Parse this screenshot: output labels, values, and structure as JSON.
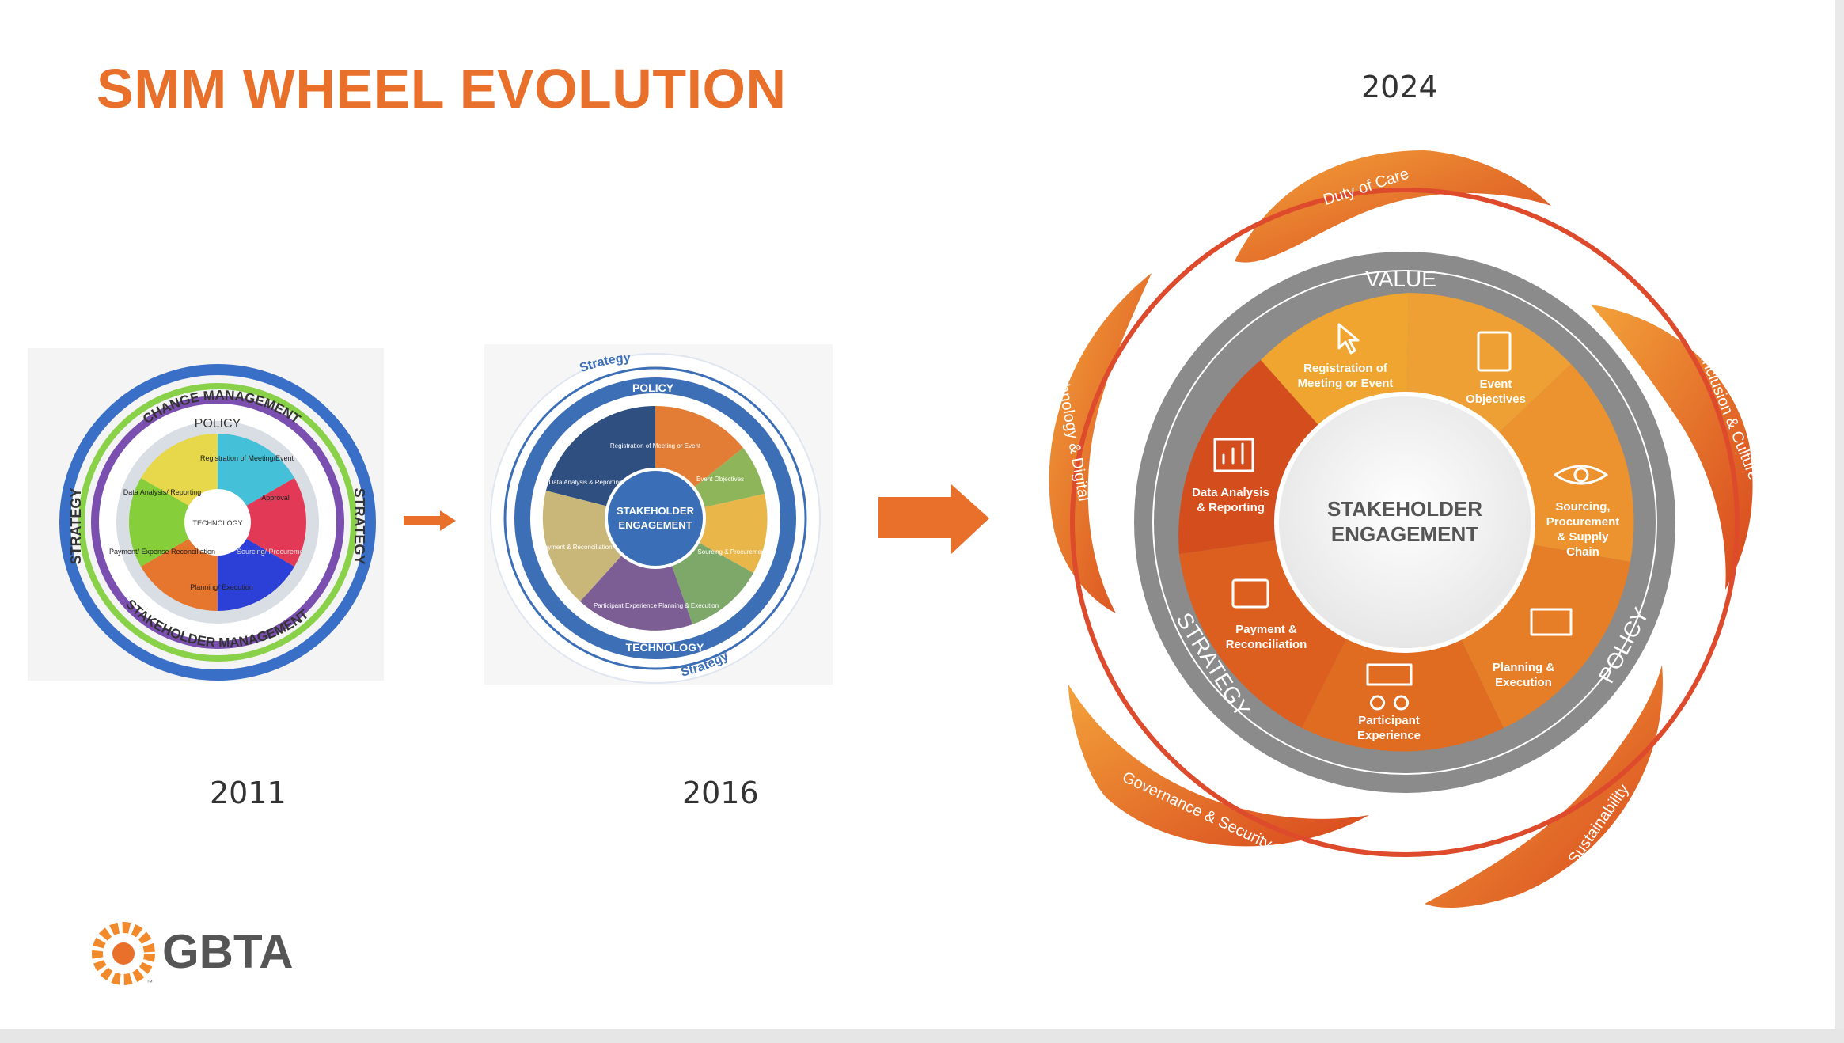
{
  "title": "SMM WHEEL EVOLUTION",
  "years": {
    "y2011": "2011",
    "y2016": "2016",
    "y2024": "2024"
  },
  "colors": {
    "brand_orange": "#e8702a",
    "gray_ring": "#8a8a8a",
    "blue_ring": "#3b6fb6"
  },
  "wheel2011": {
    "ring_top": "CHANGE MANAGEMENT",
    "ring_bottom": "STAKEHOLDER MANAGEMENT",
    "left": "STRATEGY",
    "right": "STRATEGY",
    "policy": "POLICY",
    "center": "TECHNOLOGY",
    "segments": [
      "Registration of Meeting/Event",
      "Approval",
      "Sourcing/ Procurement",
      "Planning/ Execution",
      "Payment/ Expense Reconciliation",
      "Data Analysis/ Reporting"
    ]
  },
  "wheel2016": {
    "strategy_top": "Strategy",
    "strategy_bottom": "Strategy",
    "policy": "POLICY",
    "technology": "TECHNOLOGY",
    "center_line1": "STAKEHOLDER",
    "center_line2": "ENGAGEMENT",
    "segments": [
      "Registration of Meeting or Event",
      "Event Objectives",
      "Sourcing & Procurement",
      "Planning & Execution",
      "Participant Experience",
      "Payment & Reconciliation",
      "Data Analysis & Reporting"
    ]
  },
  "wheel2024": {
    "value": "VALUE",
    "policy": "POLICY",
    "strategy": "STRATEGY",
    "center_line1": "STAKEHOLDER",
    "center_line2": "ENGAGEMENT",
    "segments": {
      "registration": [
        "Registration of",
        "Meeting or Event"
      ],
      "event": [
        "Event",
        "Objectives"
      ],
      "sourcing": [
        "Sourcing,",
        "Procurement",
        "& Supply",
        "Chain"
      ],
      "planning": [
        "Planning &",
        "Execution"
      ],
      "participant": [
        "Participant",
        "Experience"
      ],
      "payment": [
        "Payment &",
        "Reconciliation"
      ],
      "data": [
        "Data Analysis",
        "& Reporting"
      ]
    },
    "outer": {
      "duty": "Duty of Care",
      "inclusion": "Inclusion & Culture",
      "sustainability": "Sustainability",
      "governance": "Governance & Security",
      "technology": "Technology & Digital"
    },
    "icons": [
      "pointer-click-icon",
      "checklist-icon",
      "eye-icon",
      "presentation-icon",
      "group-chat-icon",
      "credit-card-icon",
      "bar-chart-icon"
    ]
  },
  "logo": {
    "text": "GBTA",
    "tm": "™"
  }
}
